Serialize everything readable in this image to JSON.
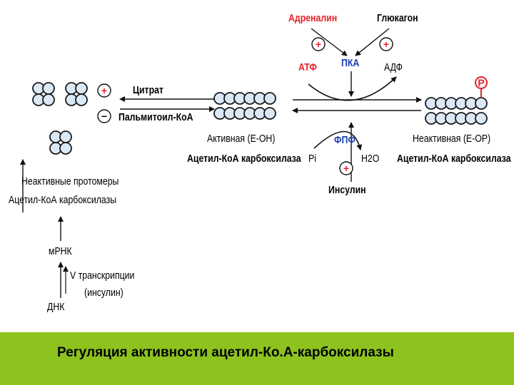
{
  "labels": {
    "adrenalin": "Адреналин",
    "glucagon": "Глюкагон",
    "atp": "АТФ",
    "pka": "ПКА",
    "adp": "АДФ",
    "p": "P",
    "citrate": "Цитрат",
    "palmitoyl_coa": "Пальмитоил-КоА",
    "active_form": "Активная (E-OH)",
    "active_name": "Ацетил-КоА карбоксилаза",
    "inactive_form": "Неактивная (E-OP)",
    "inactive_name": "Ацетил-КоА карбоксилаза",
    "fpf": "ФПФ",
    "pi": "Pi",
    "h2o": "H2O",
    "insulin": "Инсулин",
    "protomers_line1": "Неактивные протомеры",
    "protomers_line2": "Ацетил-КоА карбоксилазы",
    "mrna": "мРНК",
    "transcription_line1": "V транскрипции",
    "transcription_line2": "(инсулин)",
    "dna": "ДНК",
    "plus": "+",
    "minus": "−"
  },
  "colors": {
    "subunit_fill": "#dbe9f7",
    "subunit_stroke": "#1a1a1a",
    "red": "#e3242b",
    "blue": "#1a3fb0",
    "footer_bg": "#8dc21f"
  },
  "footer": {
    "caption": "Регуляция активности ацетил-Ко.А-карбоксилазы"
  }
}
